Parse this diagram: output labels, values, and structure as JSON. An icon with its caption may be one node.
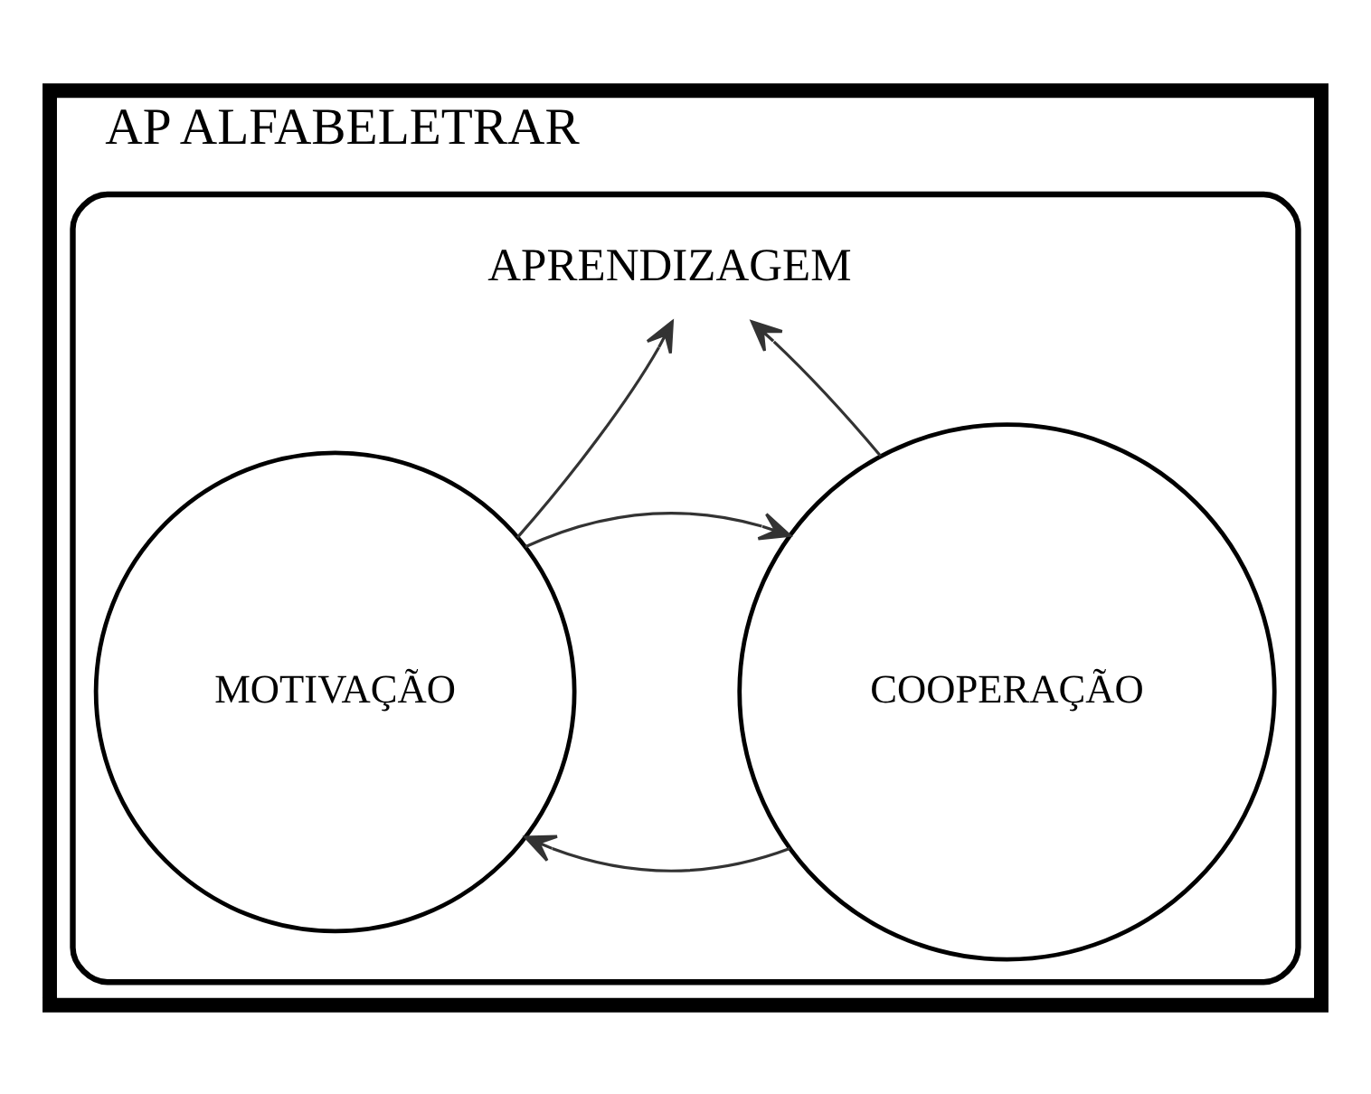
{
  "diagram": {
    "nodes": [
      {
        "text": [
          "AP ALFABELETRAR"
        ]
      },
      {
        "text": [
          "APRENDIZAGEM"
        ],
        "in": 0
      },
      {
        "text": [
          "MOTIVAÇÃO"
        ],
        "in": 1
      },
      {
        "text": [
          "COOPERAÇÃO"
        ],
        "in": 1
      }
    ],
    "edges": [
      {
        "from": 2,
        "to": 1,
        "arrow": "to"
      },
      {
        "from": 3,
        "to": 1,
        "arrow": "to"
      },
      {
        "from": 3,
        "to": 2,
        "arrow": "to"
      },
      {
        "from": 2,
        "to": 3,
        "arrow": "to"
      }
    ]
  }
}
